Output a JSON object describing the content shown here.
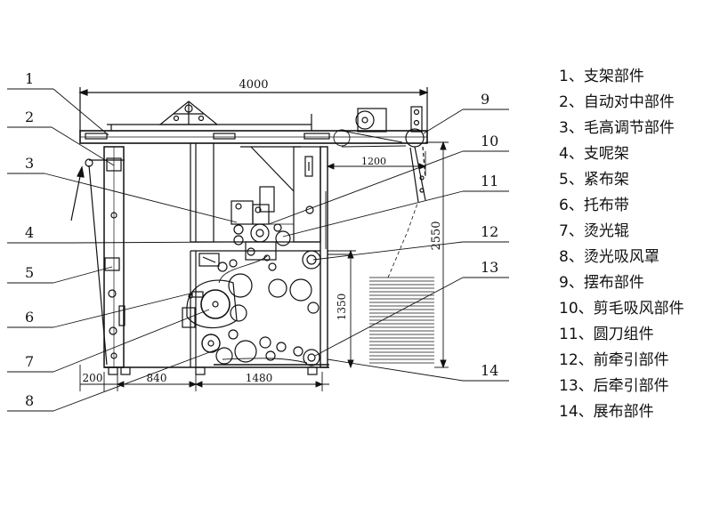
{
  "dimensions": {
    "overall_width": "4000",
    "upper_span": "1200",
    "overall_height": "2550",
    "inner_height": "1350",
    "bottom_1": "200",
    "bottom_2": "840",
    "bottom_3": "1480"
  },
  "callouts": [
    "1",
    "2",
    "3",
    "4",
    "5",
    "6",
    "7",
    "8",
    "9",
    "10",
    "11",
    "12",
    "13",
    "14"
  ],
  "legend": [
    "1、支架部件",
    "2、自动对中部件",
    "3、毛高调节部件",
    "4、支呢架",
    "5、紧布架",
    "6、托布带",
    "7、烫光辊",
    "8、烫光吸风罩",
    "9、摆布部件",
    "10、剪毛吸风部件",
    "11、圆刀组件",
    "12、前牵引部件",
    "13、后牵引部件",
    "14、展布部件"
  ]
}
